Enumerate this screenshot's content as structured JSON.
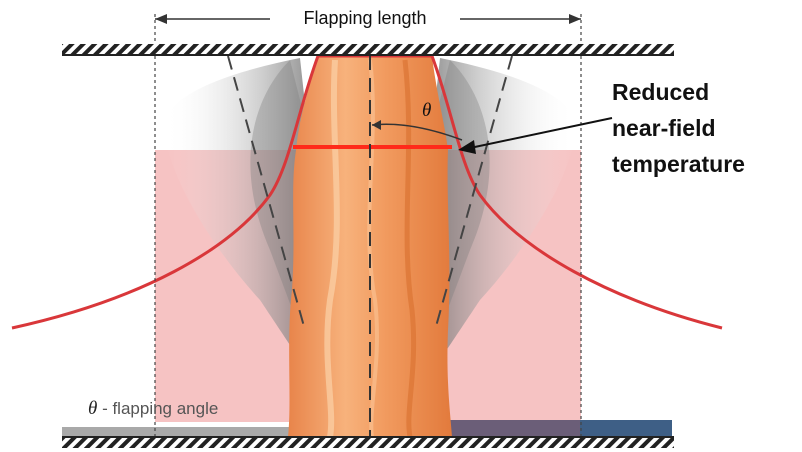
{
  "diagram": {
    "dimension_label": "Flapping length",
    "callout_lines": [
      "Reduced",
      "near-field",
      "temperature"
    ],
    "angle_symbol": "θ",
    "legend_symbol": "θ",
    "legend_text": " - flapping angle",
    "colors": {
      "plume_core": "#f09a5c",
      "plume_core_dark": "#e07b3a",
      "envelope_curve": "#d9373a",
      "near_field_bar": "#ff2a1a",
      "heat_fill": "#f5b8b8",
      "smoke": "#8a8a8a",
      "floor_blue": "#3e5f86",
      "floor_grey": "#a9a9a9",
      "hatch": "#222222"
    }
  }
}
